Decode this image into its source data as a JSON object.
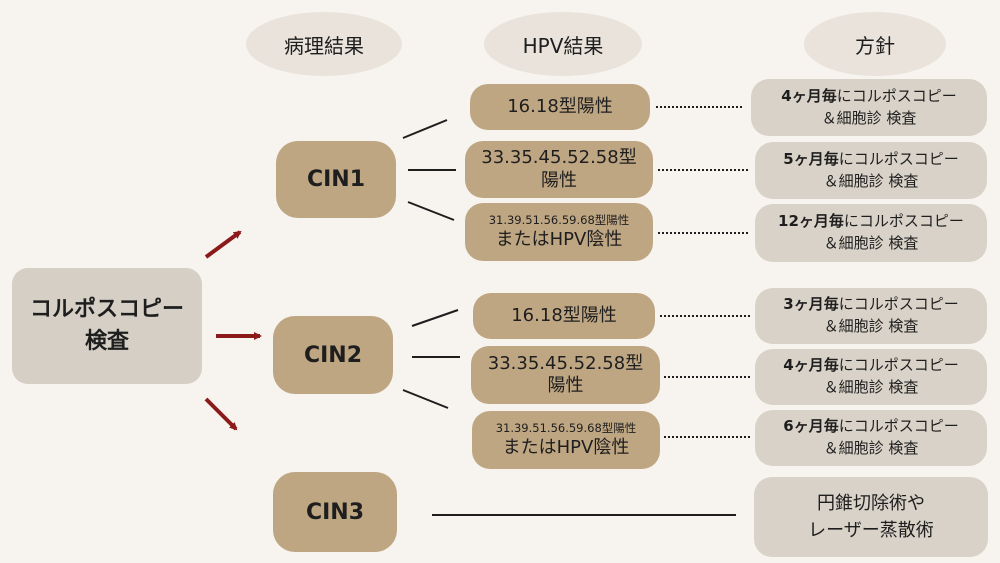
{
  "headers": {
    "pathology": "病理結果",
    "hpv": "HPV結果",
    "policy": "方針"
  },
  "root": {
    "line1": "コルポスコピー",
    "line2": "検査"
  },
  "cin": {
    "cin1": "CIN1",
    "cin2": "CIN2",
    "cin3": "CIN3"
  },
  "hpv": {
    "cin1_a": "16.18型陽性",
    "cin1_b_line1": "33.35.45.52.58型",
    "cin1_b_line2": "陽性",
    "cin1_c_line1": "31.39.51.56.59.68型陽性",
    "cin1_c_line2": "またはHPV陰性",
    "cin2_a": "16.18型陽性",
    "cin2_b_line1": "33.35.45.52.58型",
    "cin2_b_line2": "陽性",
    "cin2_c_line1": "31.39.51.56.59.68型陽性",
    "cin2_c_line2": "またはHPV陰性"
  },
  "policy": {
    "suffix": "にコルポスコピー",
    "line2": "＆細胞診 検査",
    "cin1_a_interval": "4ヶ月毎",
    "cin1_b_interval": "5ヶ月毎",
    "cin1_c_interval": "12ヶ月毎",
    "cin2_a_interval": "3ヶ月毎",
    "cin2_b_interval": "4ヶ月毎",
    "cin2_c_interval": "6ヶ月毎",
    "cin3_line1": "円錐切除術や",
    "cin3_line2": "レーザー蒸散術"
  },
  "colors": {
    "background": "#f7f3ef",
    "header_fill": "#e9e3db",
    "root_fill": "#d5cfc5",
    "cin_fill": "#bfa683",
    "policy_fill": "#d9d2c8",
    "arrow": "#8b1a1a",
    "line": "#1e1e1e"
  }
}
